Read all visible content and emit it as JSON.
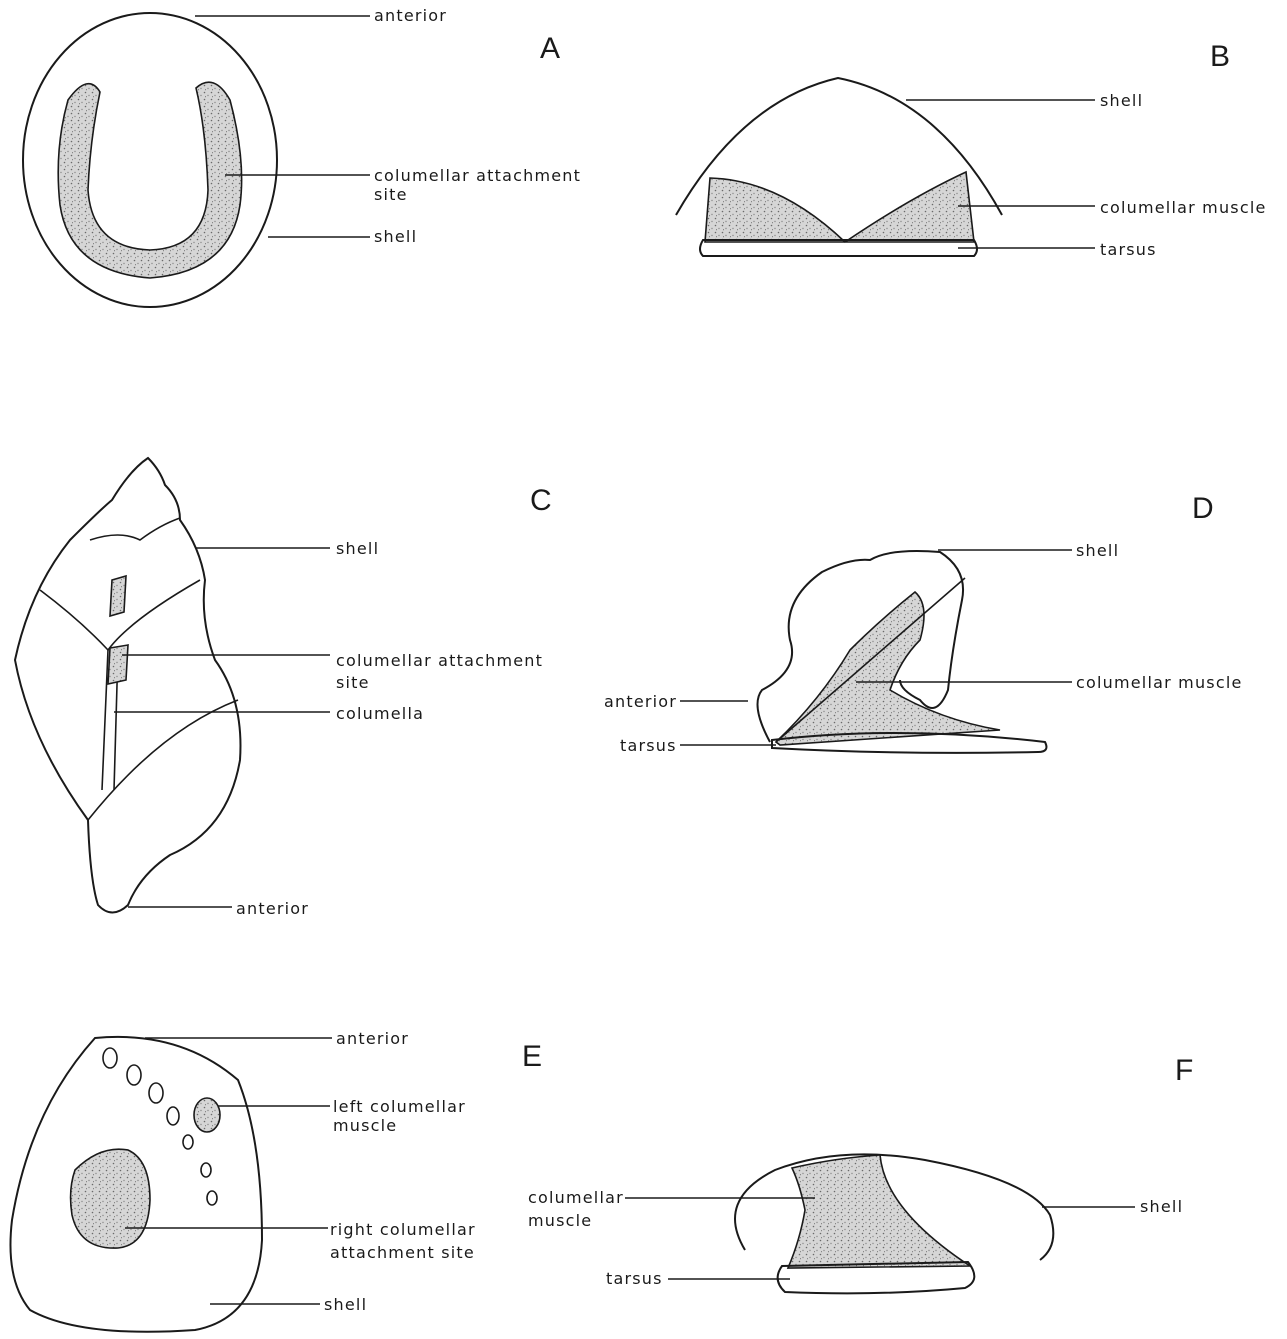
{
  "panels": {
    "A": {
      "letter": "A",
      "labels": {
        "anterior": "anterior",
        "attachment_1": "columellar attachment",
        "attachment_2": "site",
        "shell": "shell"
      }
    },
    "B": {
      "letter": "B",
      "labels": {
        "shell": "shell",
        "muscle": "columellar muscle",
        "tarsus": "tarsus"
      }
    },
    "C": {
      "letter": "C",
      "labels": {
        "shell": "shell",
        "attachment_1": "columellar attachment",
        "attachment_2": "site",
        "columella": "columella",
        "anterior": "anterior"
      }
    },
    "D": {
      "letter": "D",
      "labels": {
        "shell": "shell",
        "muscle": "columellar muscle",
        "anterior": "anterior",
        "tarsus": "tarsus"
      }
    },
    "E": {
      "letter": "E",
      "labels": {
        "anterior": "anterior",
        "left_1": "left columellar",
        "left_2": "muscle",
        "right_1": "right columellar",
        "right_2": "attachment site",
        "shell": "shell"
      }
    },
    "F": {
      "letter": "F",
      "labels": {
        "muscle_1": "columellar",
        "muscle_2": "muscle",
        "shell": "shell",
        "tarsus": "tarsus"
      }
    }
  },
  "colors": {
    "ink": "#1a1a1a",
    "stipple_fill": "#d4d4d4",
    "background": "#ffffff"
  }
}
